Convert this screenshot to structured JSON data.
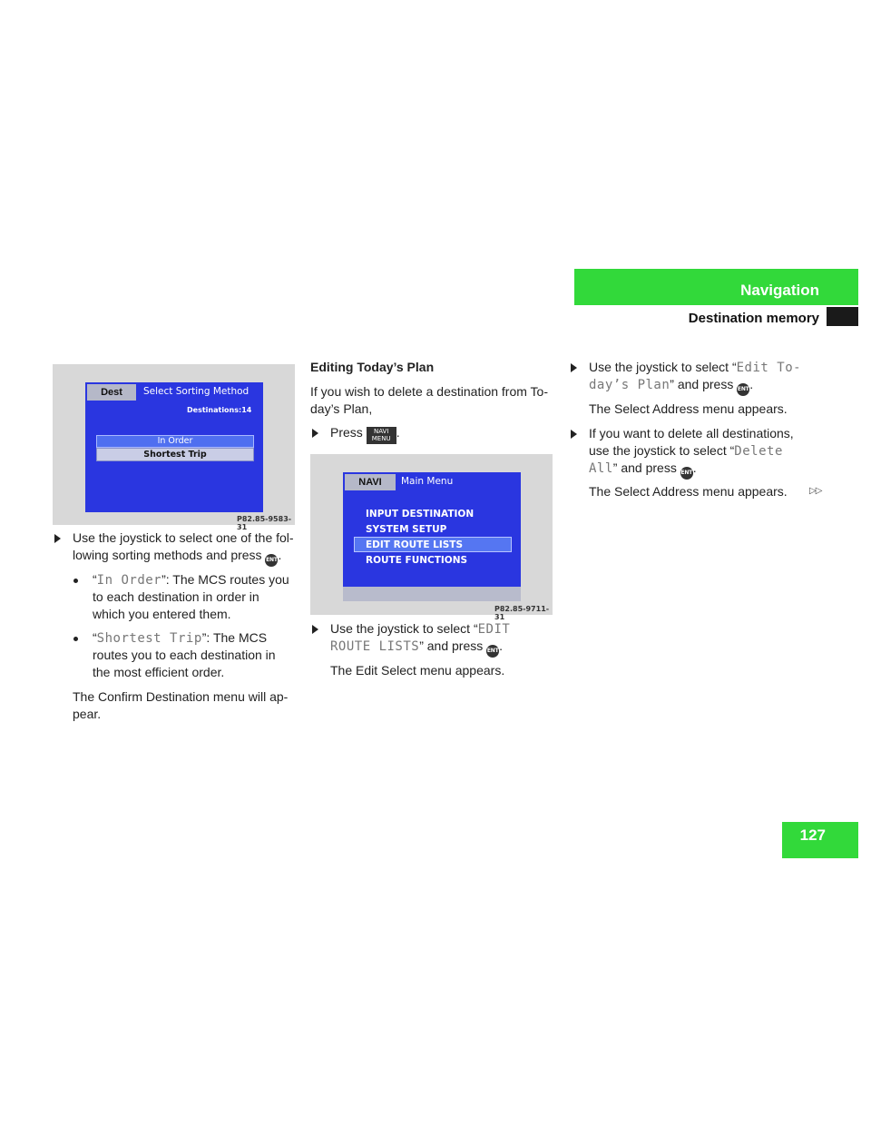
{
  "header": {
    "section_title": "Navigation",
    "subsection_title": "Destination memory"
  },
  "page_number": "127",
  "figure1": {
    "tab": "Dest",
    "title": "Select Sorting Method",
    "destinations": "Destinations:14",
    "option1": "In Order",
    "option2": "Shortest Trip",
    "code": "P82.85-9583-31"
  },
  "col1": {
    "step1_line1": "Use the joystick to select one of the fol-",
    "step1_line2": "lowing sorting methods and press",
    "bullet1_open": "“",
    "bullet1_code": "In Order",
    "bullet1_rest": "”: The MCS routes you",
    "bullet1_line2": "to each destination in order in",
    "bullet1_line3": "which you entered them.",
    "bullet2_open": "“",
    "bullet2_code": "Shortest Trip",
    "bullet2_rest": "”: The MCS",
    "bullet2_line2": "routes you to each destination in",
    "bullet2_line3": "the most efficient order.",
    "confirm_line1": "The Confirm Destination menu will ap-",
    "confirm_line2": "pear."
  },
  "col2": {
    "heading": "Editing Today’s Plan",
    "intro_line1": "If you wish to delete a destination from To-",
    "intro_line2": "day’s Plan,",
    "press": "Press",
    "step_line1_pre": "Use the joystick to select “",
    "step_line1_code": "EDIT",
    "step_line2_code": "ROUTE LISTS",
    "step_line2_rest": "” and press",
    "result": "The Edit Select menu appears."
  },
  "figure2": {
    "tab": "NAVI",
    "title": "Main Menu",
    "items": [
      "INPUT DESTINATION",
      "SYSTEM SETUP",
      "EDIT ROUTE LISTS",
      "ROUTE FUNCTIONS"
    ],
    "code": "P82.85-9711-31"
  },
  "col3": {
    "step1_pre": "Use the joystick to select “",
    "step1_code1": "Edit To-",
    "step1_code2": "day’s Plan",
    "step1_rest": "” and press",
    "result1": "The Select Address menu appears.",
    "step2_line1": "If you want to delete all destinations,",
    "step2_line2_pre": "use the joystick to select “",
    "step2_code1": "Delete",
    "step2_code2": "All",
    "step2_rest": "” and press",
    "result2": "The Select Address menu appears.",
    "continue_mark": "▷▷"
  },
  "keys": {
    "ent": "ENT",
    "navi_top": "NAVI",
    "navi_bottom": "MENU"
  }
}
